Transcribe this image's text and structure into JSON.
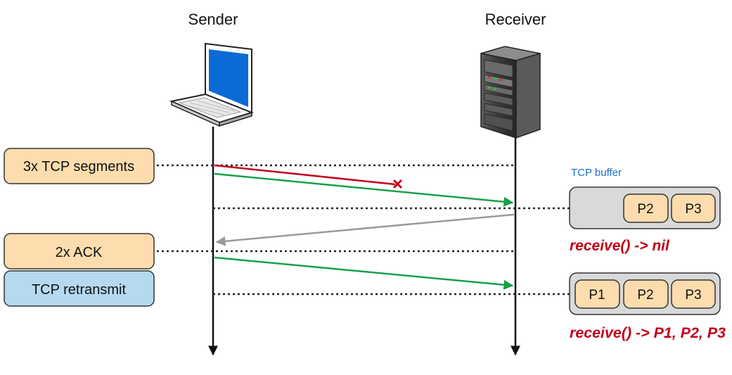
{
  "actors": {
    "sender_label": "Sender",
    "receiver_label": "Receiver"
  },
  "left_boxes": {
    "segments_label": "3x TCP segments",
    "ack_label": "2x ACK",
    "retransmit_label": "TCP retransmit"
  },
  "buffer": {
    "caption": "TCP buffer",
    "first_state": [
      "P2",
      "P3"
    ],
    "second_state": [
      "P1",
      "P2",
      "P3"
    ]
  },
  "results": {
    "first": "receive() -> nil",
    "second": "receive() -> P1, P2, P3"
  },
  "icons": {
    "sender_icon": "laptop-icon",
    "receiver_icon": "server-tower-icon",
    "lost_marker": "x-mark-icon"
  },
  "colors": {
    "segment_box_fill": "#fddcae",
    "retransmit_box_fill": "#b5d9ee",
    "buffer_fill": "#d9d9d9",
    "lost_arrow": "#c00018",
    "delivered_arrow": "#18a04a",
    "ack_arrow": "#9a9a9a",
    "result_text": "#c00018",
    "buffer_caption": "#1a6fc6",
    "laptop_screen": "#0a6ad6"
  }
}
